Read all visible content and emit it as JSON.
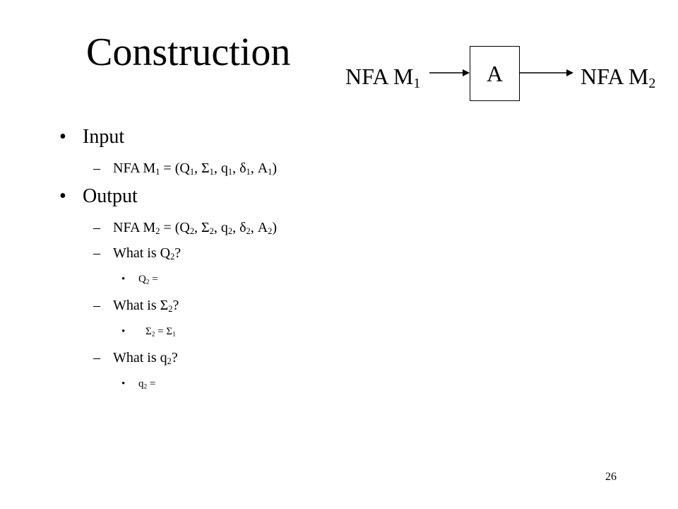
{
  "title": "Construction",
  "diagram": {
    "input_label": "NFA M",
    "input_sub": "1",
    "box_label": "A",
    "output_label": "NFA M",
    "output_sub": "2"
  },
  "bullets": {
    "input": "Input",
    "input_def": {
      "prefix": "NFA M",
      "m": "1",
      "rest": " = (Q",
      "q": "1",
      "s": "1",
      "qq": "1",
      "d": "1",
      "a": "1"
    },
    "output": "Output",
    "output_def": {
      "prefix": "NFA M",
      "m": "2",
      "rest": " = (Q",
      "q": "2",
      "s": "2",
      "qq": "2",
      "d": "2",
      "a": "2"
    },
    "q2_question": {
      "text": "What is Q",
      "sub": "2",
      "suffix": "?"
    },
    "q2_answer": {
      "text": "Q",
      "sub": "2",
      "suffix": " ="
    },
    "s2_question": {
      "text": "What is Σ",
      "sub": "2",
      "suffix": "?"
    },
    "s2_answer": {
      "text": "Σ",
      "sub": "2",
      "mid": " = Σ",
      "sub2": "1"
    },
    "qq2_question": {
      "text": "What is q",
      "sub": "2",
      "suffix": "?"
    },
    "qq2_answer": {
      "text": "q",
      "sub": "2",
      "suffix": " ="
    }
  },
  "markers": {
    "bullet": "•",
    "dash": "–"
  },
  "page_number": "26"
}
